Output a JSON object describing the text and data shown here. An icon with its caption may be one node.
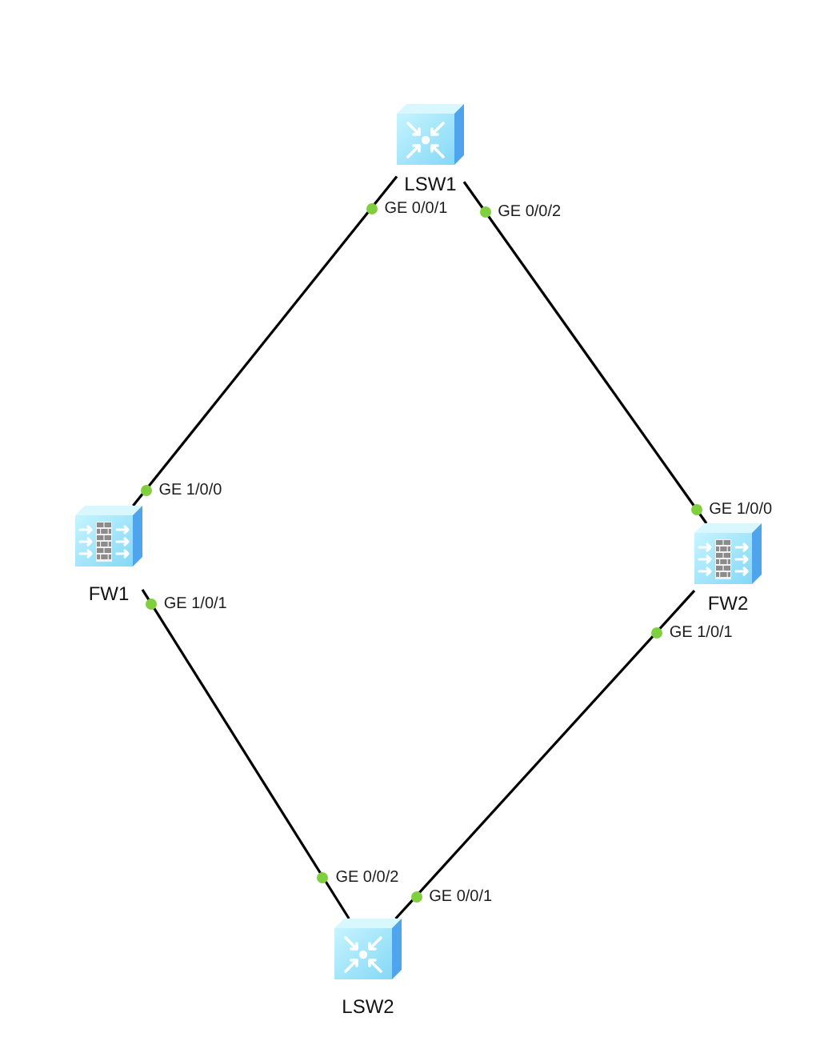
{
  "diagram": {
    "nodes": [
      {
        "text": [
          "LSW1"
        ]
      },
      {
        "text": [
          "FW1"
        ]
      },
      {
        "text": [
          "FW2"
        ]
      },
      {
        "text": [
          "LSW2"
        ]
      }
    ],
    "edges": [
      {
        "from": 0,
        "to": 1,
        "arrow": "none"
      },
      {
        "from": 0,
        "to": 2,
        "arrow": "none"
      },
      {
        "from": 1,
        "to": 3,
        "arrow": "none"
      },
      {
        "from": 2,
        "to": 3,
        "arrow": "none"
      }
    ],
    "labels": [
      "GE 0/0/1",
      "GE 0/0/2",
      "GE 1/0/0",
      "GE 1/0/0",
      "GE 1/0/1",
      "GE 1/0/1",
      "GE 0/0/2",
      "GE 0/0/1"
    ]
  }
}
